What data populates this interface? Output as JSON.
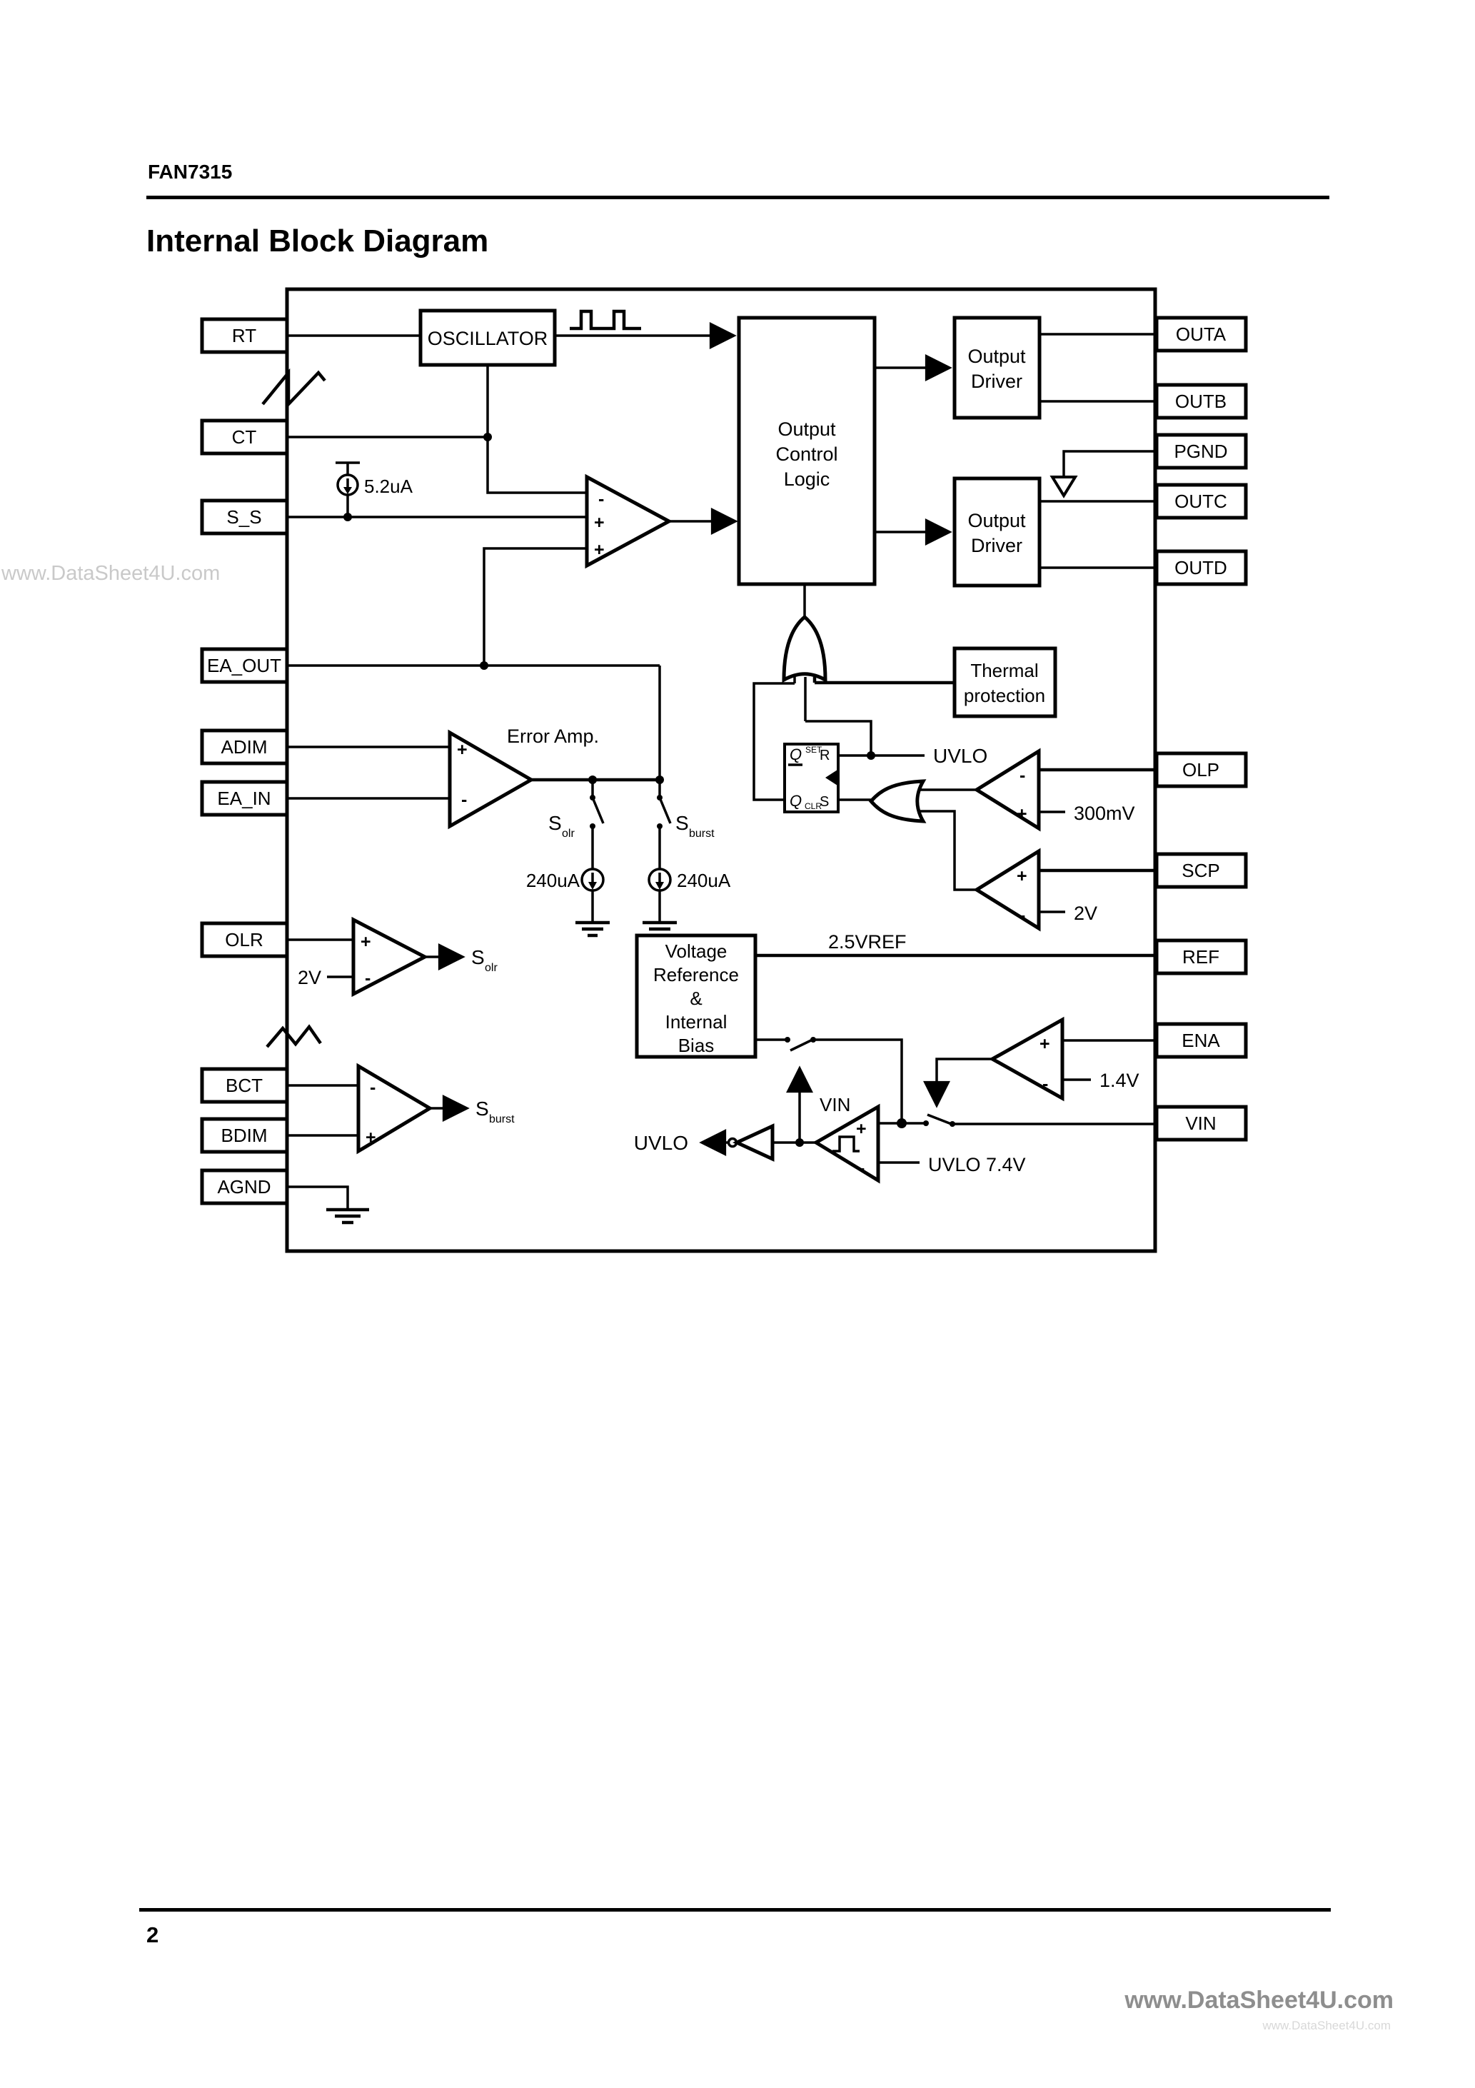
{
  "header": {
    "brand": "FAN7315",
    "title": "Internal Block Diagram"
  },
  "footer": {
    "page_number": "2",
    "watermark": "www.DataSheet4U.com"
  },
  "watermarks": {
    "side": "www.DataSheet4U.com"
  },
  "colors": {
    "ink": "#000000",
    "paper": "#ffffff",
    "watermark_side": "#c9c9c9",
    "watermark_footer": "#8e8e8e"
  },
  "diagram": {
    "pins_left": [
      {
        "label": "RT"
      },
      {
        "label": "CT"
      },
      {
        "label": "S_S"
      },
      {
        "label": "EA_OUT"
      },
      {
        "label": "ADIM"
      },
      {
        "label": "EA_IN"
      },
      {
        "label": "OLR"
      },
      {
        "label": "BCT"
      },
      {
        "label": "BDIM"
      },
      {
        "label": "AGND"
      }
    ],
    "pins_right": [
      {
        "label": "OUTA"
      },
      {
        "label": "OUTB"
      },
      {
        "label": "PGND"
      },
      {
        "label": "OUTC"
      },
      {
        "label": "OUTD"
      },
      {
        "label": "OLP"
      },
      {
        "label": "SCP"
      },
      {
        "label": "REF"
      },
      {
        "label": "ENA"
      },
      {
        "label": "VIN"
      }
    ],
    "blocks": {
      "oscillator": {
        "label": "OSCILLATOR"
      },
      "output_control_logic": {
        "lines": [
          "Output",
          "Control",
          "Logic"
        ]
      },
      "output_driver_top": {
        "lines": [
          "Output",
          "Driver"
        ]
      },
      "output_driver_bottom": {
        "lines": [
          "Output",
          "Driver"
        ]
      },
      "thermal_protection": {
        "lines": [
          "Thermal",
          "protection"
        ]
      },
      "voltage_reference": {
        "lines": [
          "Voltage",
          "Reference",
          "&",
          "Internal",
          "Bias"
        ]
      }
    },
    "flip_flop": {
      "q_not": "Q",
      "set": "SET",
      "r": "R",
      "q": "Q",
      "clr": "CLR",
      "s": "S"
    },
    "labels": {
      "soft_start_current": "5.2uA",
      "error_amp": "Error Amp.",
      "s_olr": {
        "base": "S",
        "sub": "olr"
      },
      "s_burst": {
        "base": "S",
        "sub": "burst"
      },
      "current_240_left": "240uA",
      "current_240_right": "240uA",
      "uvlo": "UVLO",
      "comp_300mv": "300mV",
      "scp_ref_2v": "2V",
      "olr_ref_2v": "2V",
      "vref_out": "2.5VREF",
      "ena_ref_1_4v": "1.4V",
      "vin": "VIN",
      "uvlo_7_4v": "UVLO 7.4V",
      "plus": "+",
      "minus": "-"
    }
  }
}
